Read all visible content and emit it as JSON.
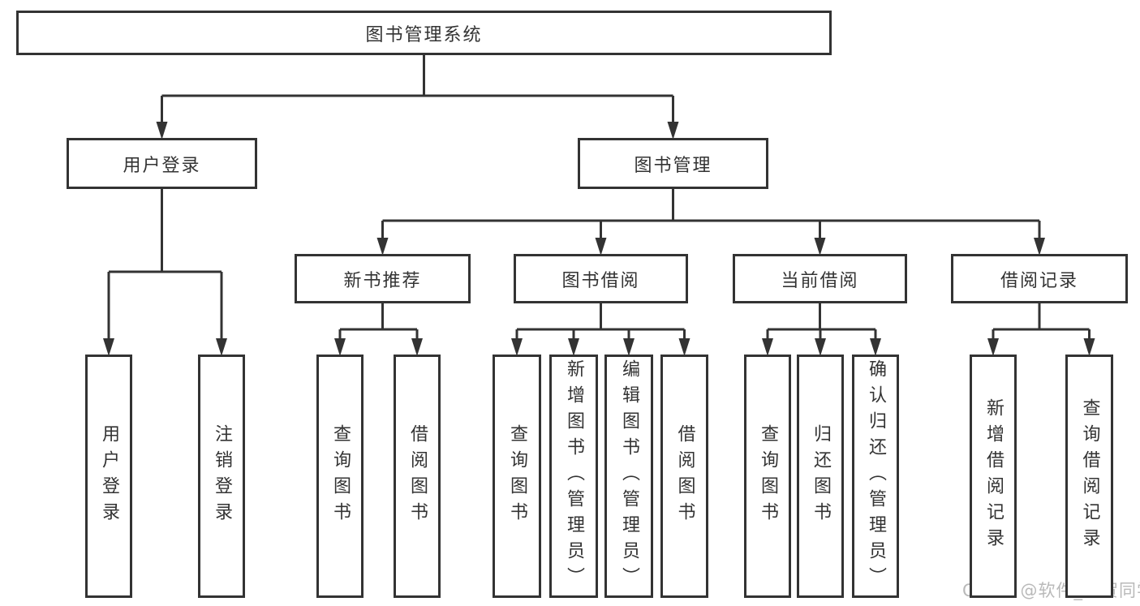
{
  "diagram": {
    "watermark": "CSDN @软件_小贺同学",
    "colors": {
      "line": "#333333",
      "text": "#333333",
      "box_background": "#ffffff",
      "watermark": "#b9b9b9",
      "background": "#ffffff"
    },
    "nodes": [
      {
        "id": "root",
        "label": "图书管理系统",
        "children": [
          "user-login",
          "book-mgmt"
        ]
      },
      {
        "id": "user-login",
        "label": "用户登录",
        "children": [
          "leaf-user-login",
          "leaf-logout"
        ]
      },
      {
        "id": "book-mgmt",
        "label": "图书管理",
        "children": [
          "new-book-rec",
          "book-borrow",
          "current-borrow",
          "borrow-record"
        ]
      },
      {
        "id": "new-book-rec",
        "label": "新书推荐",
        "children": [
          "leaf-nb-query",
          "leaf-nb-borrow"
        ]
      },
      {
        "id": "book-borrow",
        "label": "图书借阅",
        "children": [
          "leaf-bb-query",
          "leaf-bb-add",
          "leaf-bb-edit",
          "leaf-bb-borrow"
        ]
      },
      {
        "id": "current-borrow",
        "label": "当前借阅",
        "children": [
          "leaf-cb-query",
          "leaf-cb-return",
          "leaf-cb-confirm"
        ]
      },
      {
        "id": "borrow-record",
        "label": "借阅记录",
        "children": [
          "leaf-br-add",
          "leaf-br-query"
        ]
      },
      {
        "id": "leaf-user-login",
        "label": "用户登录",
        "children": []
      },
      {
        "id": "leaf-logout",
        "label": "注销登录",
        "children": []
      },
      {
        "id": "leaf-nb-query",
        "label": "查询图书",
        "children": []
      },
      {
        "id": "leaf-nb-borrow",
        "label": "借阅图书",
        "children": []
      },
      {
        "id": "leaf-bb-query",
        "label": "查询图书",
        "children": []
      },
      {
        "id": "leaf-bb-add",
        "label": "新增图书（管理员）",
        "children": []
      },
      {
        "id": "leaf-bb-edit",
        "label": "编辑图书（管理员）",
        "children": []
      },
      {
        "id": "leaf-bb-borrow",
        "label": "借阅图书",
        "children": []
      },
      {
        "id": "leaf-cb-query",
        "label": "查询图书",
        "children": []
      },
      {
        "id": "leaf-cb-return",
        "label": "归还图书",
        "children": []
      },
      {
        "id": "leaf-cb-confirm",
        "label": "确认归还（管理员）",
        "children": []
      },
      {
        "id": "leaf-br-add",
        "label": "新增借阅记录",
        "children": []
      },
      {
        "id": "leaf-br-query",
        "label": "查询借阅记录",
        "children": []
      }
    ]
  }
}
